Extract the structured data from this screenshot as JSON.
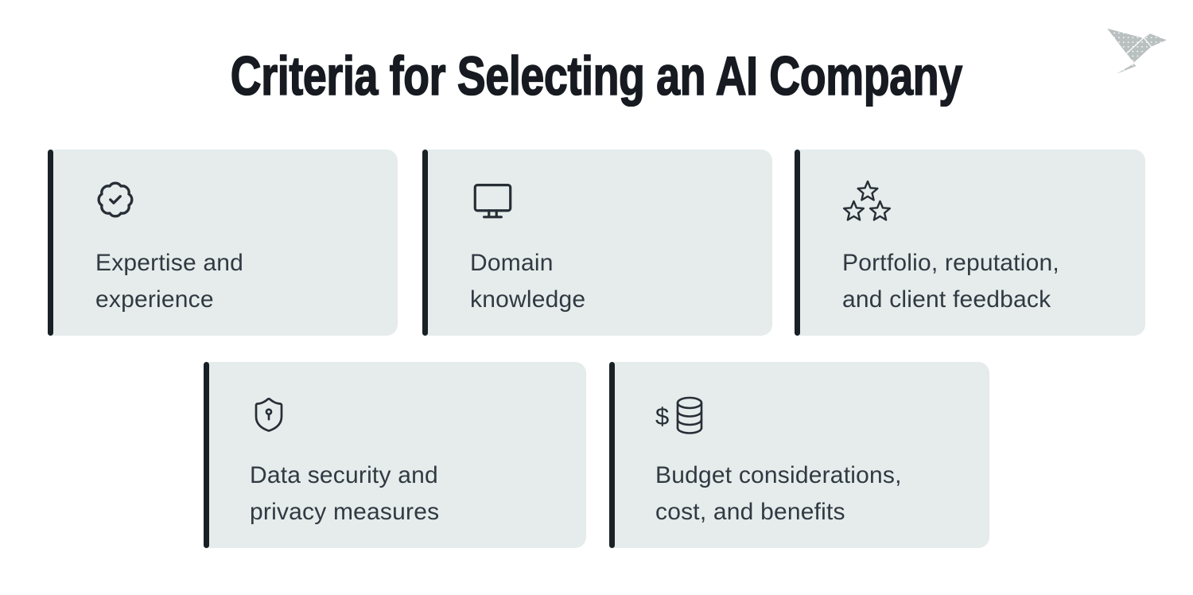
{
  "title": "Criteria for Selecting an AI Company",
  "logo": {
    "name": "origami-bird-logo"
  },
  "colors": {
    "background": "#ffffff",
    "card_background": "#e5eceb",
    "accent_bar": "#1a2126",
    "title_text": "#171b21",
    "body_text": "#313942",
    "icon_stroke": "#272e36",
    "logo_gray": "#b9c0c0"
  },
  "cards": [
    {
      "label": "Expertise and\nexperience",
      "icon": "badge-check-icon"
    },
    {
      "label": "Domain\nknowledge",
      "icon": "monitor-icon"
    },
    {
      "label": "Portfolio, reputation,\nand client feedback",
      "icon": "three-stars-icon"
    },
    {
      "label": "Data security and\nprivacy measures",
      "icon": "shield-keyhole-icon"
    },
    {
      "label": "Budget considerations,\ncost, and benefits",
      "icon": "dollar-coins-icon",
      "dollar_symbol": "$"
    }
  ]
}
